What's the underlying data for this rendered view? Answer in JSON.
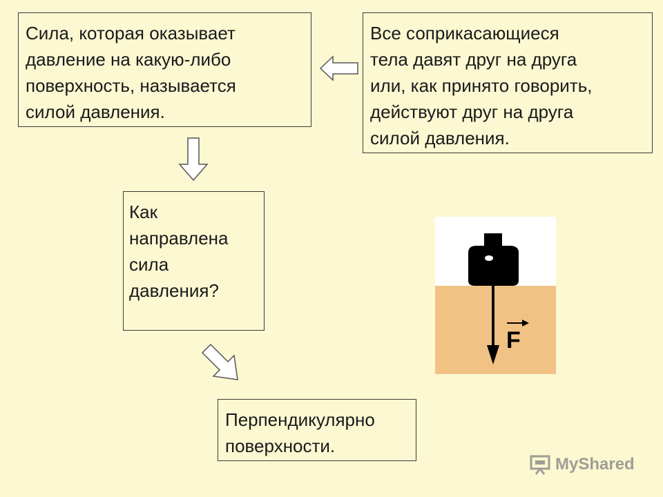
{
  "diagram": {
    "box_definition": "Сила, которая оказывает\nдавление на какую-либо\nповерхность, называется\nсилой давления.",
    "box_contact": "Все соприкасающиеся\nтела давят друг на друга\nили, как принято говорить,\nдействуют друг на друга\nсилой давления.",
    "box_question": "Как\nнаправлена\nсила\nдавления?",
    "box_answer": "Перпендикулярно\nповерхности.",
    "force_label": "F"
  },
  "colors": {
    "background": "#fbf8d2",
    "surface": "#f2c285",
    "weight": "#000000"
  },
  "watermark": {
    "text": "MyShared",
    "icon": "presentation-board-icon"
  }
}
